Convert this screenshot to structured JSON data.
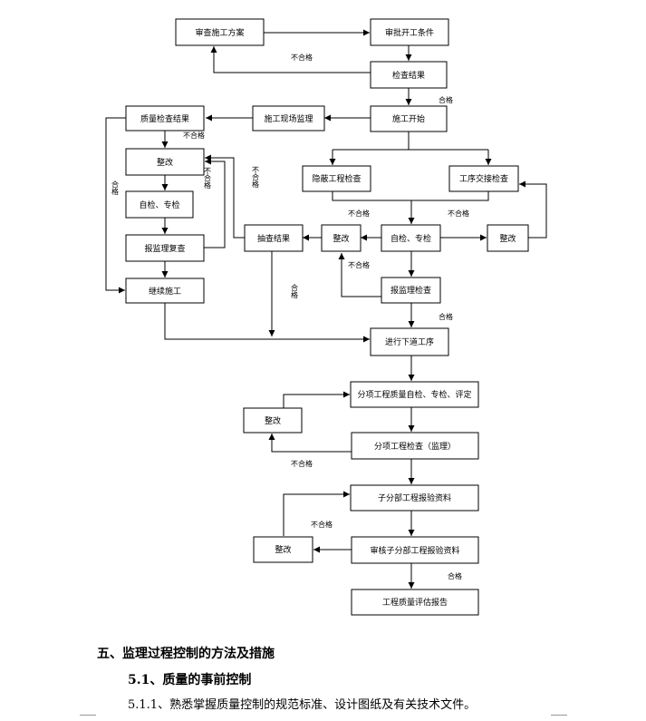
{
  "flowchart": {
    "boxes": {
      "review_plan": "审查施工方案",
      "approve_start": "审批开工条件",
      "check_result_top": "检查结果",
      "site_supervision": "施工现场监理",
      "construction_start": "施工开始",
      "quality_check_result": "质量检查结果",
      "rectify_left": "整改",
      "self_check_left": "自检、专检",
      "report_review": "报监理复查",
      "continue_construction": "继续施工",
      "concealed_check": "隐蔽工程检查",
      "handover_check": "工序交接检查",
      "spot_check_result": "抽查结果",
      "rectify_mid": "整改",
      "self_check_mid": "自检、专检",
      "rectify_right": "整改",
      "report_supervision_check": "报监理检查",
      "next_process": "进行下道工序",
      "sub_item_quality_eval": "分项工程质量自检、专检、评定",
      "rectify_sub_item": "整改",
      "sub_item_check": "分项工程检查（监理）",
      "sub_division_report": "子分部工程报验资料",
      "rectify_bottom": "整改",
      "review_sub_division_report": "审核子分部工程报验资料",
      "quality_assessment_report": "工程质量评估报告"
    },
    "labels": {
      "fail_top": "不合格",
      "pass_start": "合格",
      "fail_quality": "不合格",
      "pass_left_v": "合格",
      "fail_left_v": "不合格",
      "fail_spot_v": "不合格",
      "fail_concealed": "不合格",
      "fail_handover": "不合格",
      "fail_report": "不合格",
      "pass_spot": "合格",
      "pass_report": "合格",
      "fail_sub_item": "不合格",
      "fail_sub_division": "不合格",
      "pass_final": "合格"
    }
  },
  "document": {
    "heading_5": "五、监理过程控制的方法及措施",
    "heading_5_1": "5.1、质量的事前控制",
    "para_5_1_1": "5.1.1、熟悉掌握质量控制的规范标准、设计图纸及有关技术文件。"
  }
}
